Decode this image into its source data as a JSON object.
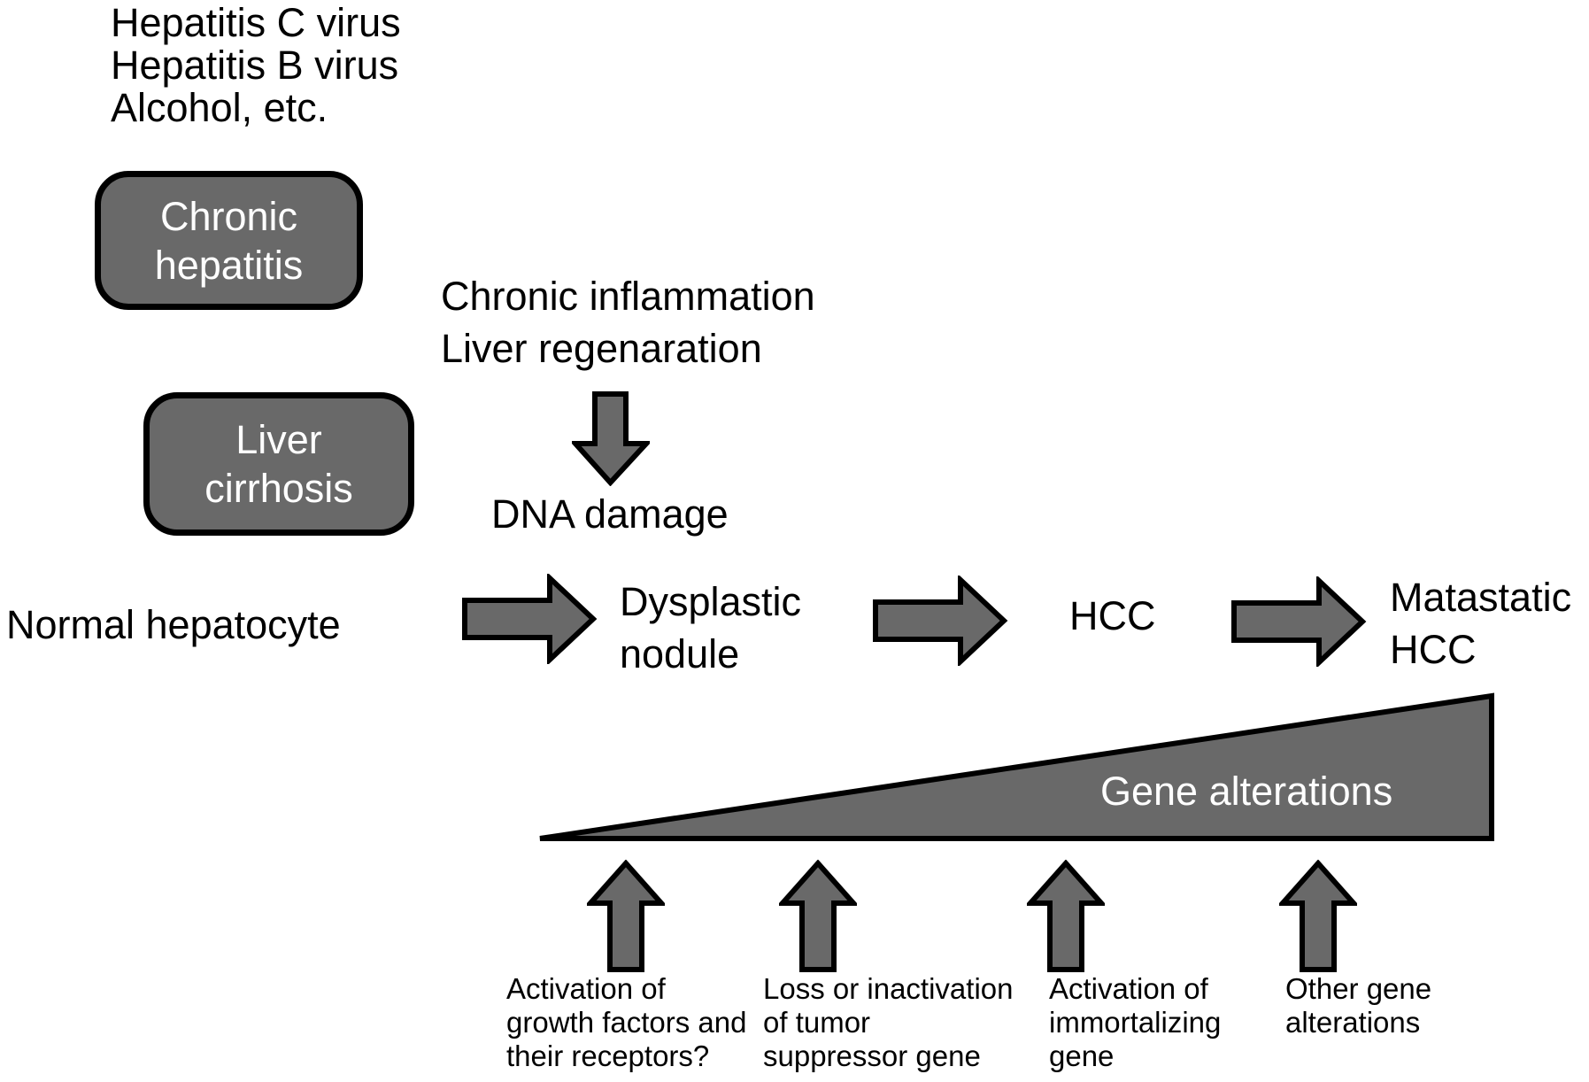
{
  "diagram": {
    "causes": {
      "lines": [
        "Hepatitis C virus",
        "Hepatitis B virus",
        "Alcohol, etc."
      ]
    },
    "stage_boxes": {
      "chronic_hepatitis": {
        "line1": "Chronic",
        "line2": "hepatitis"
      },
      "liver_cirrhosis": {
        "line1": "Liver",
        "line2": "cirrhosis"
      }
    },
    "process": {
      "line1": "Chronic inflammation",
      "line2": "Liver regenaration"
    },
    "dna_damage_label": "DNA damage",
    "flow": {
      "start": "Normal hepatocyte",
      "step2_line1": "Dysplastic",
      "step2_line2": "nodule",
      "step3": "HCC",
      "step4_line1": "Matastatic",
      "step4_line2": "HCC"
    },
    "triangle_label": "Gene alterations",
    "factors": [
      {
        "lines": [
          "Activation of",
          "growth factors and",
          "their receptors?"
        ]
      },
      {
        "lines": [
          "Loss or inactivation",
          "of tumor",
          "suppressor gene"
        ]
      },
      {
        "lines": [
          "Activation of",
          "immortalizing",
          "gene"
        ]
      },
      {
        "lines": [
          "Other gene",
          "alterations"
        ]
      }
    ],
    "icons": {
      "down_arrow": "down-arrow-icon",
      "right_arrow": "right-arrow-icon",
      "up_arrow": "up-arrow-icon",
      "triangle": "gene-alterations-wedge"
    },
    "colors": {
      "shape_fill": "#696969",
      "shape_border": "#000000",
      "box_text": "#ffffff",
      "text": "#000000",
      "background": "#ffffff"
    }
  }
}
